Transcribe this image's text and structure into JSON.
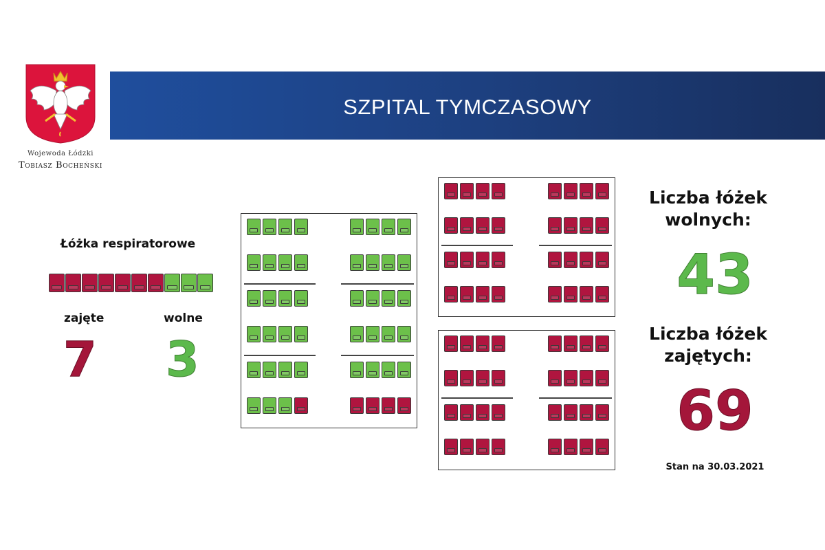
{
  "header": {
    "title": "SZPITAL TYMCZASOWY",
    "banner_color": "#1f4e9d"
  },
  "emblem": {
    "icon": "polish-white-eagle-emblem",
    "caption_line1": "Wojewoda Łódzki",
    "caption_line2": "Tobiasz Bocheński"
  },
  "respirators": {
    "title": "Łóżka respiratorowe",
    "occupied_label": "zajęte",
    "free_label": "wolne",
    "occupied": "7",
    "free": "3",
    "beds": [
      "occupied",
      "occupied",
      "occupied",
      "occupied",
      "occupied",
      "occupied",
      "occupied",
      "free",
      "free",
      "free"
    ]
  },
  "wards": {
    "left": {
      "rows": [
        {
          "a": [
            "free",
            "free",
            "free",
            "free"
          ],
          "b": [
            "free",
            "free",
            "free",
            "free"
          ]
        },
        {
          "a": [
            "free",
            "free",
            "free",
            "free"
          ],
          "b": [
            "free",
            "free",
            "free",
            "free"
          ]
        },
        {
          "a": [
            "free",
            "free",
            "free",
            "free"
          ],
          "b": [
            "free",
            "free",
            "free",
            "free"
          ]
        },
        {
          "a": [
            "free",
            "free",
            "free",
            "free"
          ],
          "b": [
            "free",
            "free",
            "free",
            "free"
          ]
        },
        {
          "a": [
            "free",
            "free",
            "free",
            "free"
          ],
          "b": [
            "free",
            "free",
            "free",
            "free"
          ]
        },
        {
          "a": [
            "free",
            "free",
            "free",
            "occupied"
          ],
          "b": [
            "occupied",
            "occupied",
            "occupied",
            "occupied"
          ]
        }
      ]
    },
    "right": {
      "rows": [
        {
          "a": [
            "occupied",
            "occupied",
            "occupied",
            "occupied"
          ],
          "b": [
            "occupied",
            "occupied",
            "occupied",
            "occupied"
          ]
        },
        {
          "a": [
            "occupied",
            "occupied",
            "occupied",
            "occupied"
          ],
          "b": [
            "occupied",
            "occupied",
            "occupied",
            "occupied"
          ]
        },
        {
          "a": [
            "occupied",
            "occupied",
            "occupied",
            "occupied"
          ],
          "b": [
            "occupied",
            "occupied",
            "occupied",
            "occupied"
          ]
        },
        {
          "a": [
            "occupied",
            "occupied",
            "occupied",
            "occupied"
          ],
          "b": [
            "occupied",
            "occupied",
            "occupied",
            "occupied"
          ]
        },
        {
          "a": [
            "occupied",
            "occupied",
            "occupied",
            "occupied"
          ],
          "b": [
            "occupied",
            "occupied",
            "occupied",
            "occupied"
          ]
        },
        {
          "a": [
            "occupied",
            "occupied",
            "occupied",
            "occupied"
          ],
          "b": [
            "occupied",
            "occupied",
            "occupied",
            "occupied"
          ]
        },
        {
          "a": [
            "occupied",
            "occupied",
            "occupied",
            "occupied"
          ],
          "b": [
            "occupied",
            "occupied",
            "occupied",
            "occupied"
          ]
        },
        {
          "a": [
            "occupied",
            "occupied",
            "occupied",
            "occupied"
          ],
          "b": [
            "occupied",
            "occupied",
            "occupied",
            "occupied"
          ]
        }
      ]
    },
    "colors": {
      "free": "#6cc04a",
      "occupied": "#b0153f"
    }
  },
  "stats": {
    "free_label_line1": "Liczba łóżek",
    "free_label_line2": "wolnych:",
    "free_count": "43",
    "occupied_label_line1": "Liczba łóżek",
    "occupied_label_line2": "zajętych:",
    "occupied_count": "69",
    "as_of": "Stan na 30.03.2021",
    "free_color": "#5cb94c",
    "occupied_color": "#a4163a"
  }
}
